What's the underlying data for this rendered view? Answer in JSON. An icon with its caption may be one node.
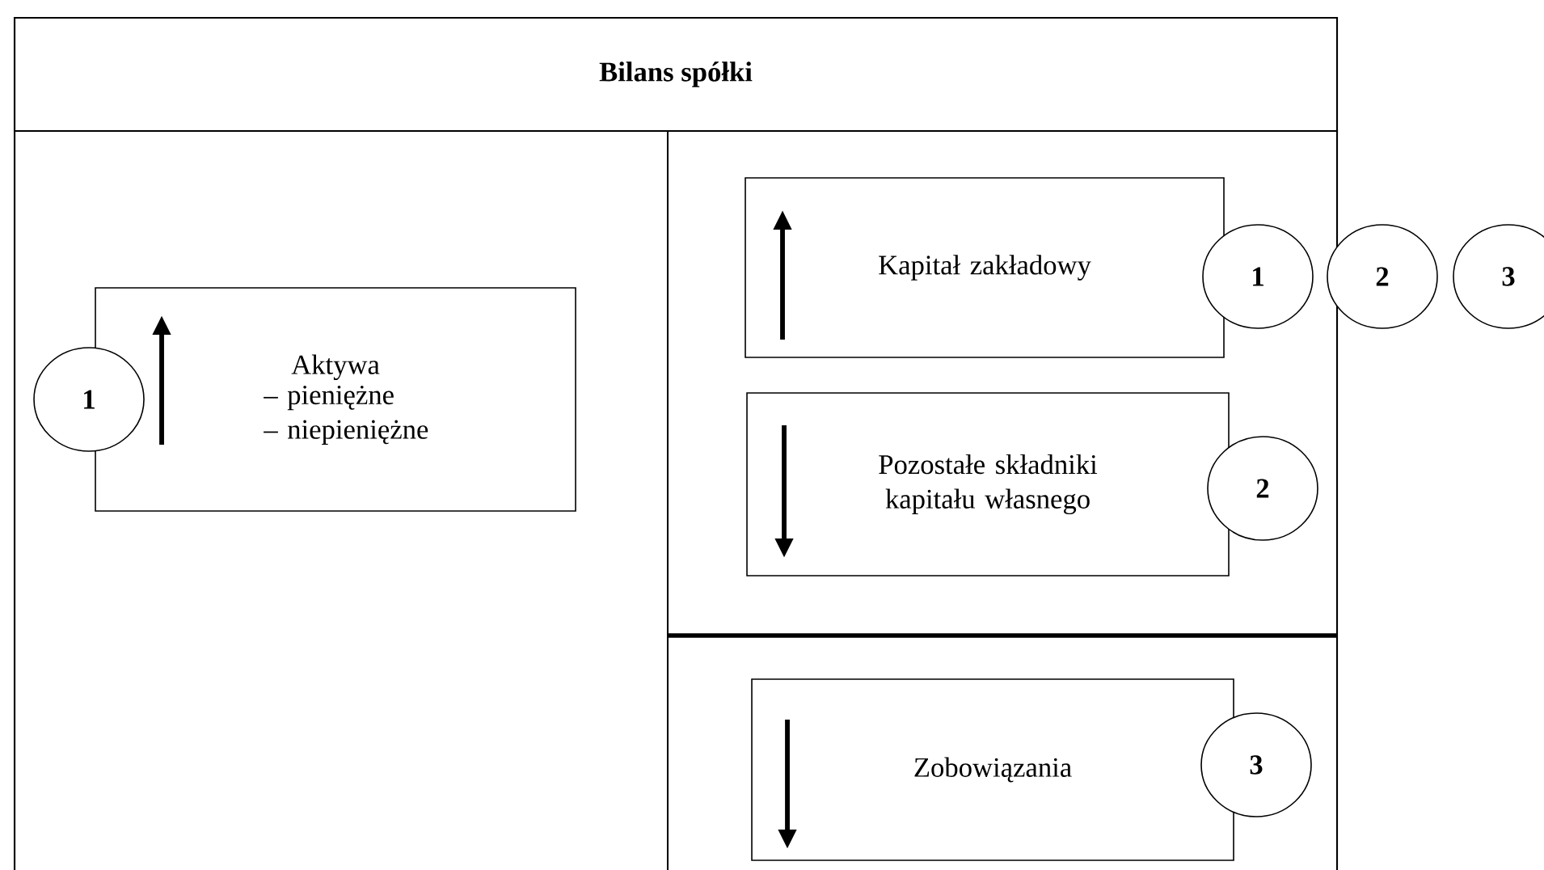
{
  "diagram": {
    "nodes": [
      {
        "text": [
          "Bilans spółki"
        ]
      },
      {
        "text": [
          "Aktywa",
          "– pieniężne",
          "– niepieniężne"
        ]
      },
      {
        "text": [
          "1"
        ]
      },
      {
        "text": [
          "Kapitał zakładowy"
        ]
      },
      {
        "text": [
          "1"
        ]
      },
      {
        "text": [
          "2"
        ]
      },
      {
        "text": [
          "3"
        ]
      },
      {
        "text": [
          "Pozostałe składniki kapitału własnego"
        ]
      },
      {
        "text": [
          "2"
        ]
      },
      {
        "text": [
          "Zobowiązania"
        ]
      },
      {
        "text": [
          "3"
        ]
      }
    ]
  }
}
